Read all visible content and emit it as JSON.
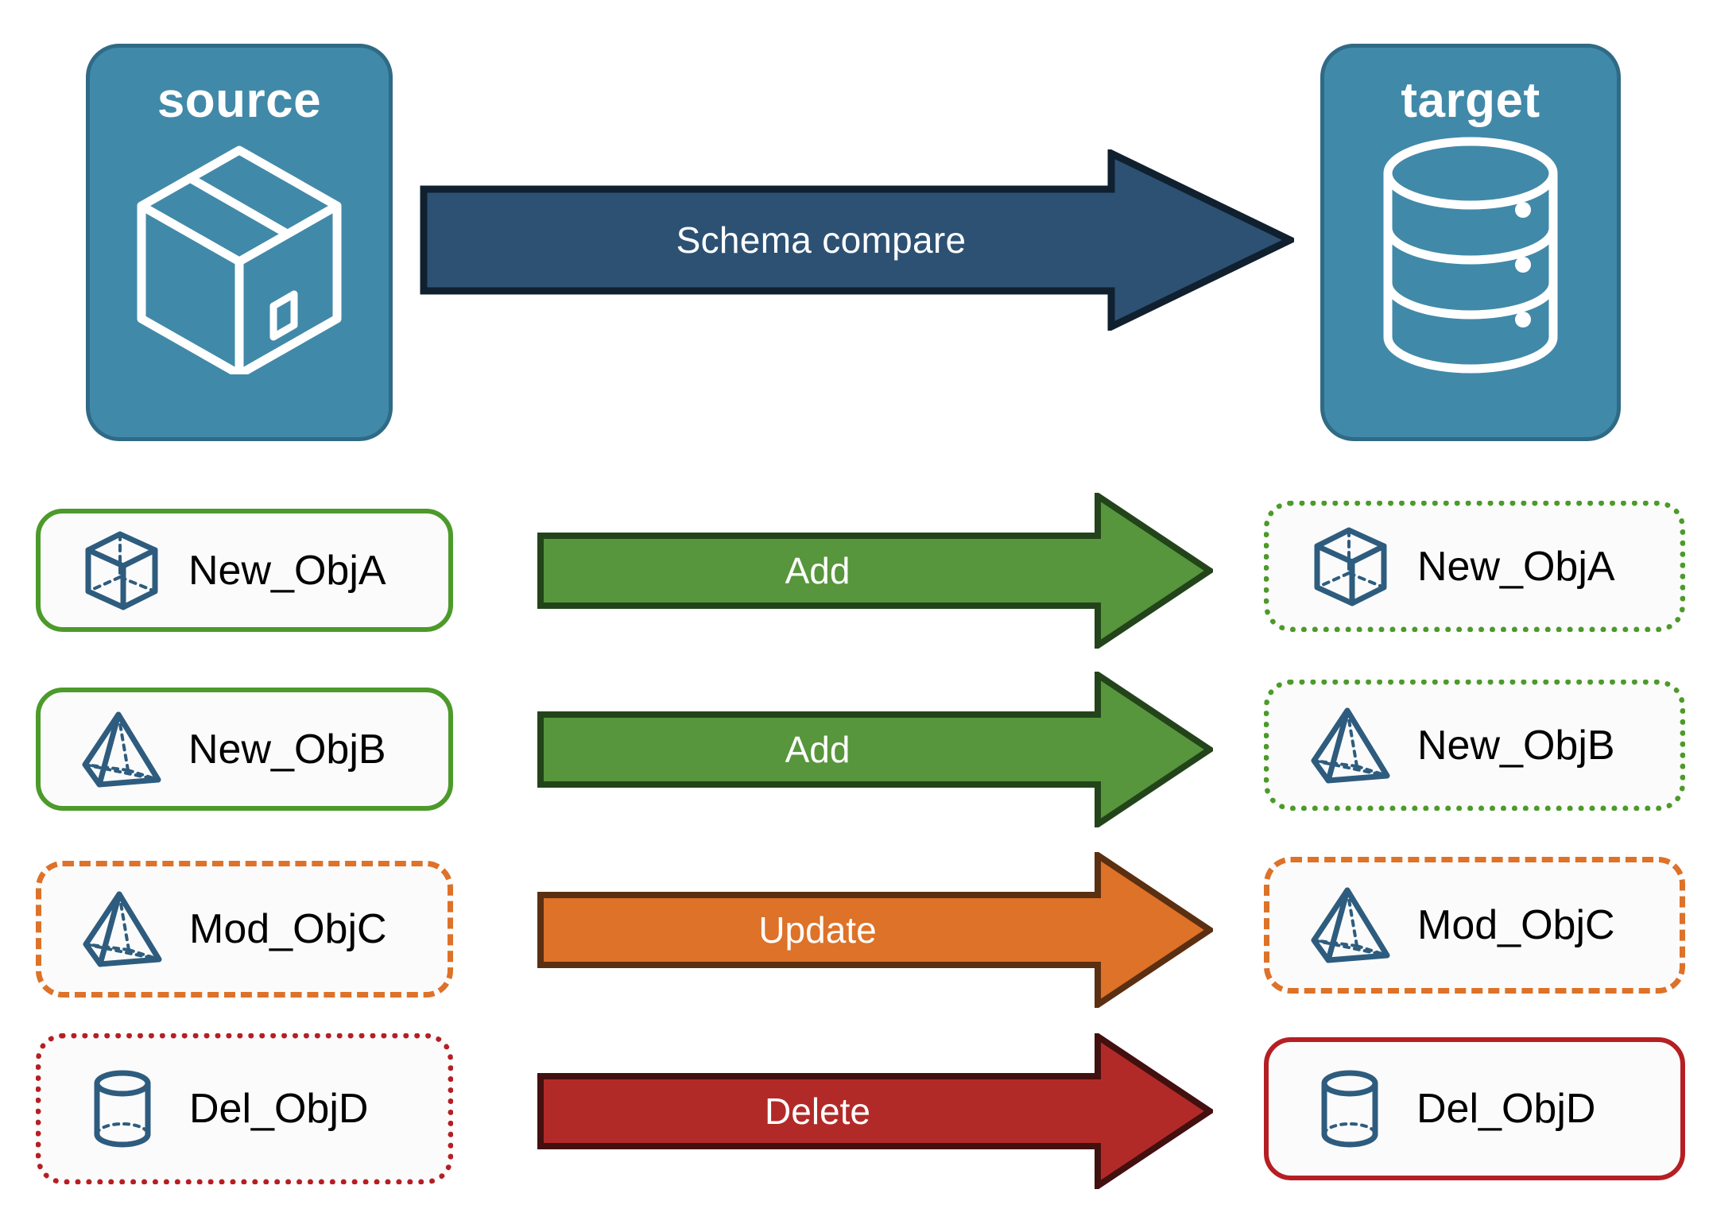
{
  "diagram": {
    "title": "Schema compare",
    "colors": {
      "endpoint_fill": "#4189A9",
      "endpoint_border": "#2F6A86",
      "compare_arrow_fill": "#2D5173",
      "compare_arrow_border": "#10202F",
      "add_fill": "#57963C",
      "add_border": "#23441A",
      "update_fill": "#DD7228",
      "update_border": "#5B2F11",
      "delete_fill": "#B22A28",
      "delete_border": "#42100F",
      "object_icon": "#2E5C7E",
      "added_outline": "#4C9A2A",
      "modified_outline": "#DD7228",
      "deleted_outline": "#B51F23",
      "label_text": "#000000",
      "card_fill": "#FBFBFB"
    }
  },
  "endpoints": {
    "source": {
      "title": "source",
      "icon": "package-box-icon"
    },
    "target": {
      "title": "target",
      "icon": "database-cylinder-icon"
    }
  },
  "compare": {
    "label": "Schema compare",
    "icon": "right-arrow-icon"
  },
  "rows": [
    {
      "source": {
        "label": "New_ObjA",
        "icon": "wireframe-cube-icon",
        "border_style": "solid",
        "border_color": "#4C9A2A"
      },
      "action": {
        "label": "Add",
        "fill": "#57963C",
        "border": "#23441A"
      },
      "target": {
        "label": "New_ObjA",
        "icon": "wireframe-cube-icon",
        "border_style": "dotted",
        "border_color": "#4C9A2A"
      }
    },
    {
      "source": {
        "label": "New_ObjB",
        "icon": "wireframe-pyramid-icon",
        "border_style": "solid",
        "border_color": "#4C9A2A"
      },
      "action": {
        "label": "Add",
        "fill": "#57963C",
        "border": "#23441A"
      },
      "target": {
        "label": "New_ObjB",
        "icon": "wireframe-pyramid-icon",
        "border_style": "dotted",
        "border_color": "#4C9A2A"
      }
    },
    {
      "source": {
        "label": "Mod_ObjC",
        "icon": "wireframe-pyramid-icon",
        "border_style": "dashed",
        "border_color": "#DD7228"
      },
      "action": {
        "label": "Update",
        "fill": "#DD7228",
        "border": "#5B2F11"
      },
      "target": {
        "label": "Mod_ObjC",
        "icon": "wireframe-pyramid-icon",
        "border_style": "dashed",
        "border_color": "#DD7228"
      }
    },
    {
      "source": {
        "label": "Del_ObjD",
        "icon": "wireframe-cylinder-icon",
        "border_style": "dotted",
        "border_color": "#B51F23"
      },
      "action": {
        "label": "Delete",
        "fill": "#B22A28",
        "border": "#42100F"
      },
      "target": {
        "label": "Del_ObjD",
        "icon": "wireframe-cylinder-icon",
        "border_style": "solid",
        "border_color": "#B51F23"
      }
    }
  ]
}
